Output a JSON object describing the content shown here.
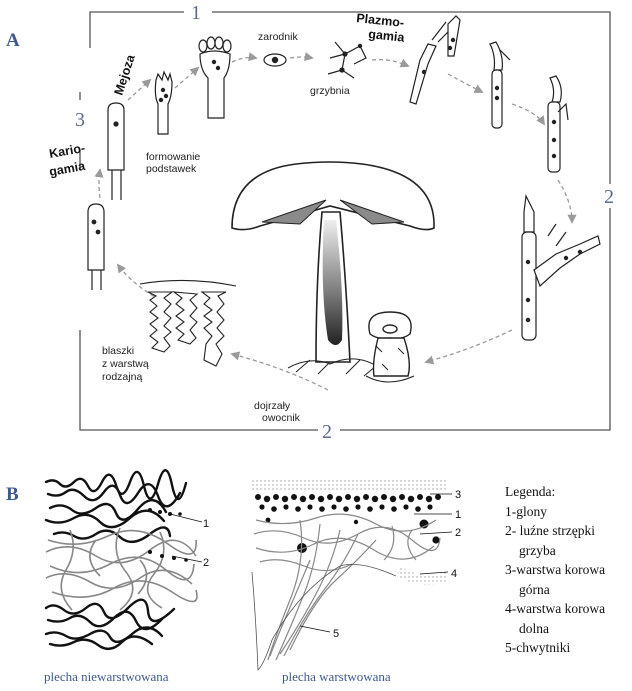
{
  "panel_a": {
    "letter": "A",
    "frame_numbers": {
      "top": "1",
      "left": "3",
      "right": "2",
      "bottom": "2"
    },
    "labels": {
      "meiosis": "Mejoza",
      "plasmogamy_1": "Plazmo-",
      "plasmogamy_2": "gamia",
      "karyogamy_1": "Kario-",
      "karyogamy_2": "gamia",
      "spore": "zarodnik",
      "mycelium": "grzybnia",
      "basidia_1": "formowanie",
      "basidia_2": "podstawek",
      "gills_1": "blaszki",
      "gills_2": "z warstwą",
      "gills_3": "rodzajną",
      "fruitbody_1": "dojrzały",
      "fruitbody_2": "owocnik"
    }
  },
  "panel_b": {
    "letter": "B",
    "left_caption": "plecha niewarstwowana",
    "right_caption": "plecha warstwowana",
    "left_markers": [
      "1",
      "2"
    ],
    "right_markers": [
      "3",
      "1",
      "2",
      "4",
      "5"
    ],
    "legend": {
      "title": "Legenda:",
      "items": [
        {
          "line1": "1-glony"
        },
        {
          "line1": "2- luźne  strzępki",
          "line2": "grzyba"
        },
        {
          "line1": "3-warstwa korowa",
          "line2": "górna"
        },
        {
          "line1": "4-warstwa korowa",
          "line2": "dolna"
        },
        {
          "line1": "5-chwytniki"
        }
      ]
    }
  },
  "colors": {
    "frame": "#555555",
    "number": "#5b6b8c",
    "letter": "#3f5a8a",
    "gill": "#8a8a8a"
  }
}
